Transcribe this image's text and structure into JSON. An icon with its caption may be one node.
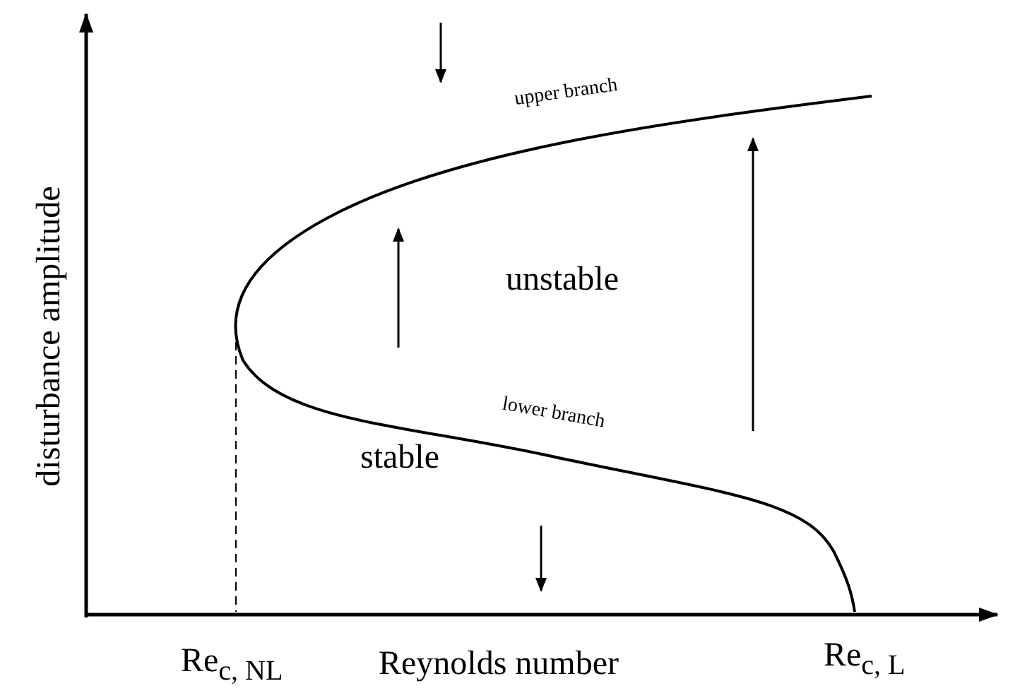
{
  "diagram": {
    "labels": [
      "upper branch",
      "unstable",
      "lower branch",
      "stable",
      "disturbance amplitude",
      "Re$_{c, NL}$",
      "Reynolds number",
      "Re$_{c, L}$"
    ]
  }
}
